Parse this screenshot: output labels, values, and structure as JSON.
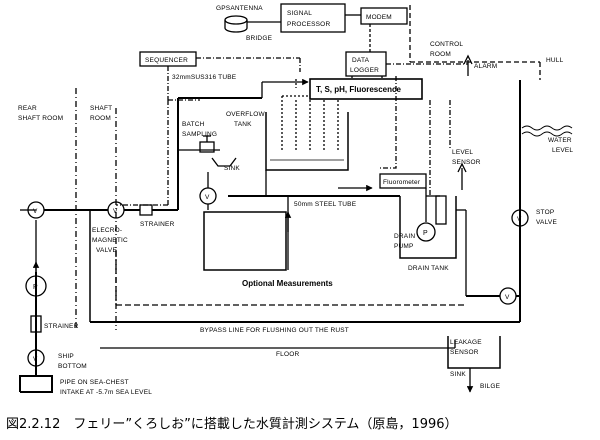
{
  "labels": {
    "gps_antenna": "GPSANTENNA",
    "bridge": "BRIDGE",
    "signal_processor_1": "SIGNAL",
    "signal_processor_2": "PROCESSOR",
    "modem": "MODEM",
    "data_logger_1": "DATA",
    "data_logger_2": "LOGGER",
    "control_room_1": "CONTROL",
    "control_room_2": "ROOM",
    "alarm": "ALARM",
    "hull": "HULL",
    "water_level_1": "WATER",
    "water_level_2": "LEVEL",
    "sequencer": "SEQUENCER",
    "sus_tube": "32mmSUS316 TUBE",
    "tsph": "T, S, pH, Fluorescence",
    "overflow_tank_1": "OVERFLOW",
    "overflow_tank_2": "TANK",
    "rear_shaft_1": "REAR",
    "rear_shaft_2": "SHAFT ROOM",
    "shaft_room_1": "SHAFT",
    "shaft_room_2": "ROOM",
    "batch_sampling_1": "BATCH",
    "batch_sampling_2": "SAMPLING",
    "sink_top": "SINK",
    "level_sensor_1": "LEVEL",
    "level_sensor_2": "SENSOR",
    "fluorometer": "Fluorometer",
    "steel_tube": "50mm STEEL TUBE",
    "electro_1": "ELECRO-",
    "electro_2": "MAGNETIC",
    "electro_3": "VALVE",
    "strainer_mid": "STRAINER",
    "drain_pump_1": "DRAIN",
    "drain_pump_2": "PUMP",
    "drain_tank": "DRAIN TANK",
    "stop_valve_1": "STOP",
    "stop_valve_2": "VALVE",
    "optional": "Optional Measurements",
    "bypass": "BYPASS LINE FOR FLUSHING OUT THE RUST",
    "floor": "FLOOR",
    "leakage_1": "LEAKAGE",
    "leakage_2": "SENSOR",
    "sink_bottom": "SINK",
    "bilge": "BILGE",
    "strainer_left": "STRAINER",
    "ship_bottom_1": "SHIP",
    "ship_bottom_2": "BOTTOM",
    "pipe_1": "PIPE ON SEA-CHEST",
    "pipe_2": "INTAKE AT -5.7m SEA LEVEL",
    "valve_v": "V",
    "pump_p": "P"
  },
  "caption": "図2.2.12　フェリー”くろしお”に搭載した水質計測システム（原島，1996）"
}
